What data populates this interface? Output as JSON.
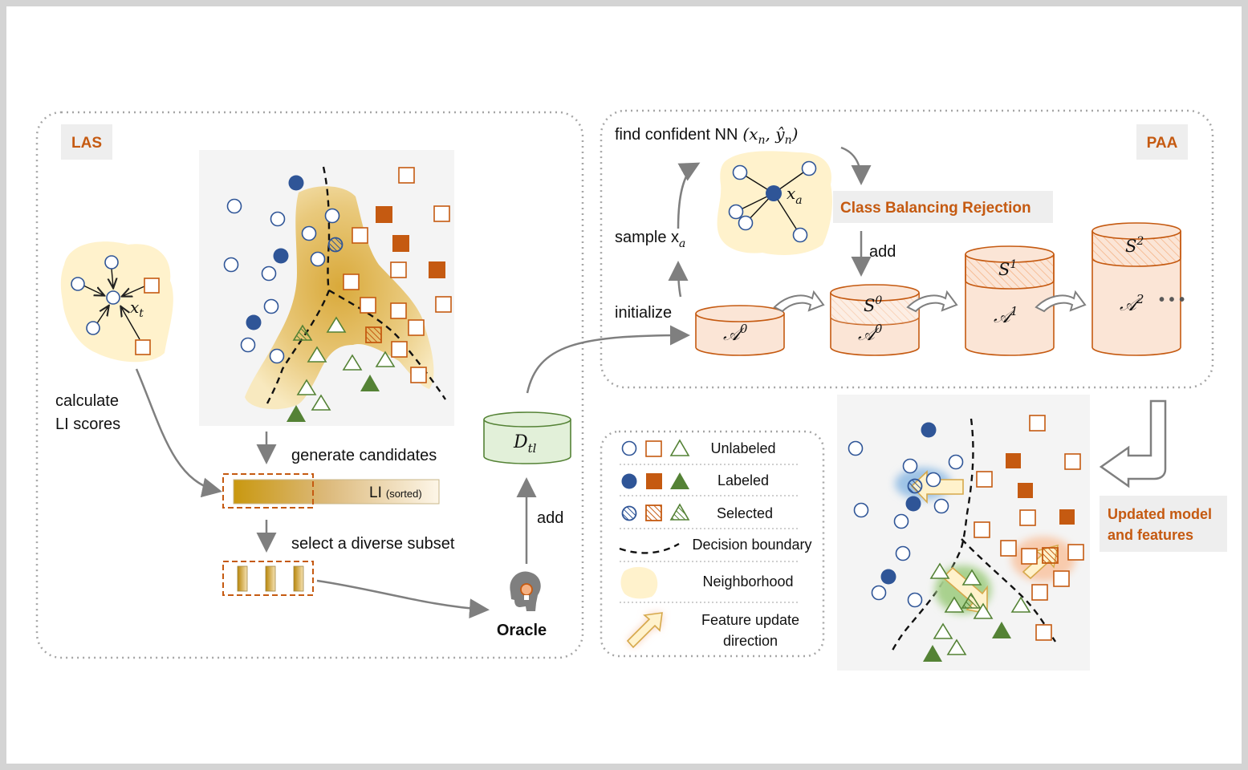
{
  "las": {
    "tag": "LAS",
    "target_var": "x",
    "target_sub": "t",
    "calc_line1": "calculate",
    "calc_line2": "LI scores",
    "generate": "generate candidates",
    "li_bar": "LI",
    "li_sorted": "(sorted)",
    "select_subset": "select a diverse subset",
    "oracle": "Oracle",
    "add_oracle": "add",
    "dataset_label": "D",
    "dataset_sub": "tl"
  },
  "paa": {
    "tag": "PAA",
    "find_nn": "find confident NN",
    "nn_tuple": "(x",
    "nn_sub": "n",
    "nn_mid": ", ŷ",
    "nn_end": ")",
    "sample": "sample x",
    "sample_sub": "a",
    "anchor_var": "x",
    "anchor_sub": "a",
    "initialize": "initialize",
    "cbr": "Class Balancing Rejection",
    "add": "add",
    "ellipsis": "• • •",
    "sets": [
      {
        "a": "𝒜",
        "a_sup": "0",
        "s": "",
        "s_sup": ""
      },
      {
        "a": "𝒜",
        "a_sup": "0",
        "s": "S",
        "s_sup": "0"
      },
      {
        "a": "𝒜",
        "a_sup": "1",
        "s": "S",
        "s_sup": "1"
      },
      {
        "a": "𝒜",
        "a_sup": "2",
        "s": "S",
        "s_sup": "2"
      }
    ]
  },
  "legend": {
    "unlabeled": "Unlabeled",
    "labeled": "Labeled",
    "selected": "Selected",
    "boundary": "Decision boundary",
    "neighborhood": "Neighborhood",
    "feature_update_1": "Feature update",
    "feature_update_2": "direction"
  },
  "updated": {
    "line1": "Updated model",
    "line2": "and features"
  },
  "colors": {
    "blue": "#2f5597",
    "orange": "#c55a11",
    "green": "#548235",
    "peach": "#fbe5d6",
    "sand": "#fff2cc"
  }
}
